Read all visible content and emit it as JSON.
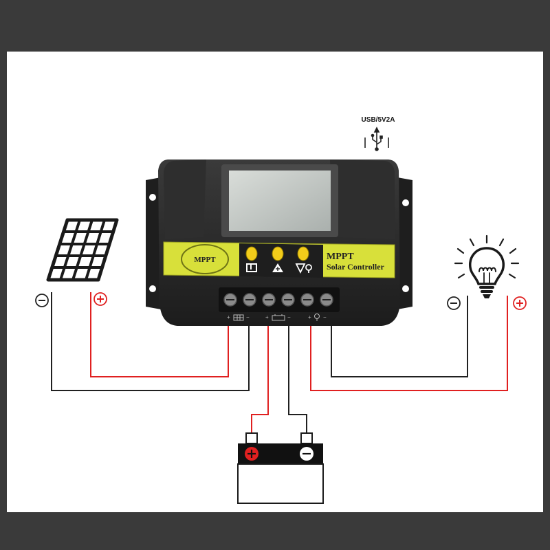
{
  "usb": {
    "label": "USB/5V2A"
  },
  "controller": {
    "badge": "MPPT",
    "title_line1": "MPPT",
    "title_line2": "Solar Controller",
    "brand_color": "#d8e03a",
    "buttons": [
      {
        "icon": "load-icon"
      },
      {
        "icon": "up-arrow-icon"
      },
      {
        "icon": "light-sensor-icon"
      }
    ],
    "terminals": 6
  },
  "symbols": {
    "plus": "+",
    "minus": "−"
  },
  "wire_colors": {
    "positive": "#e02020",
    "negative": "#202020"
  }
}
